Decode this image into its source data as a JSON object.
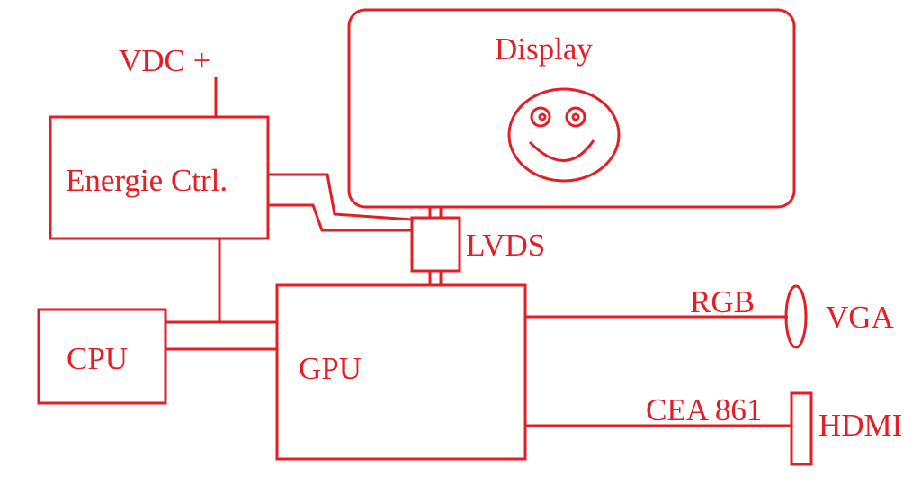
{
  "colors": {
    "ink": "#e31e24",
    "background": "#ffffff"
  },
  "labels": {
    "vdc": "VDC +",
    "energie": "Energie Ctrl.",
    "display": "Display",
    "lvds": "LVDS",
    "cpu": "CPU",
    "gpu": "GPU",
    "rgb": "RGB",
    "vga": "VGA",
    "cea": "CEA 861",
    "hdmi": "HDMI"
  }
}
